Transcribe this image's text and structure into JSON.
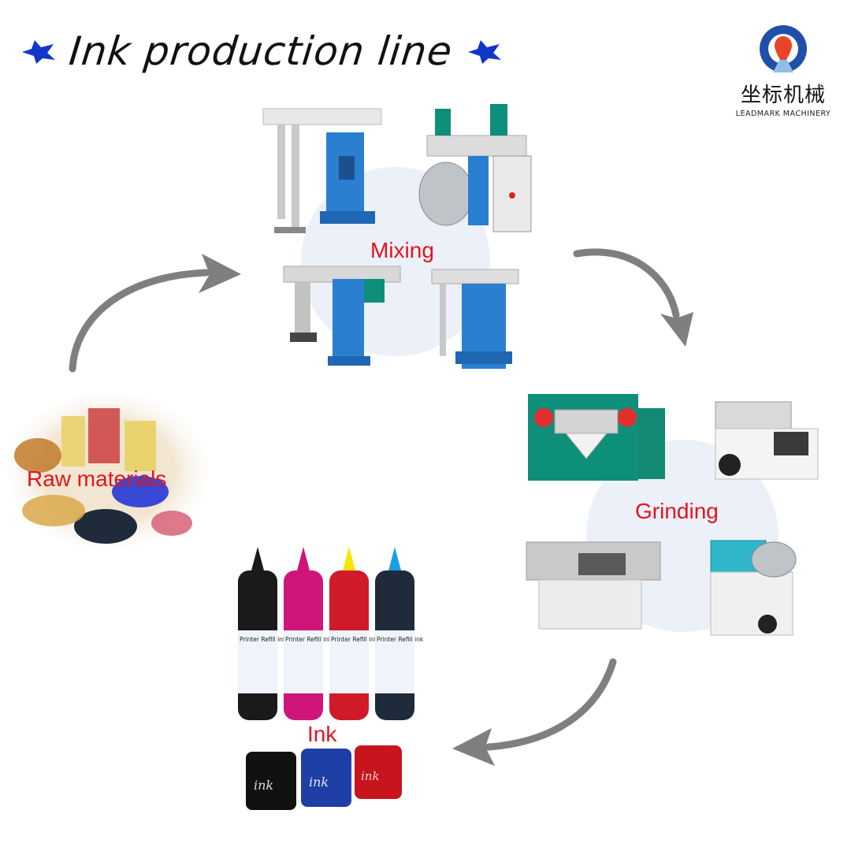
{
  "title": "Ink production line",
  "logo": {
    "name_cn": "坐标机械",
    "name_en": "LEADMARK MACHINERY",
    "brand_color": "#1f4fa8",
    "accent_color": "#e8442a"
  },
  "stages": {
    "raw": {
      "label": "Raw materials"
    },
    "mixing": {
      "label": "Mixing"
    },
    "grinding": {
      "label": "Grinding"
    },
    "ink": {
      "label": "Ink"
    }
  },
  "products": {
    "bottle_label": "Printer Refill ink",
    "jar_label": "ink",
    "bottle_colors": [
      "#1a1a1a",
      "#d0157a",
      "#f7e400",
      "#1aa0e0"
    ],
    "jar_colors": [
      "#111111",
      "#1d3fa6",
      "#c8141c"
    ]
  },
  "colors": {
    "stage_label": "#e3141c",
    "arrow": "#7f7f7f",
    "star": "#1236c9",
    "machine_blue": "#2a7fd1",
    "machine_green": "#0e8f7a"
  }
}
